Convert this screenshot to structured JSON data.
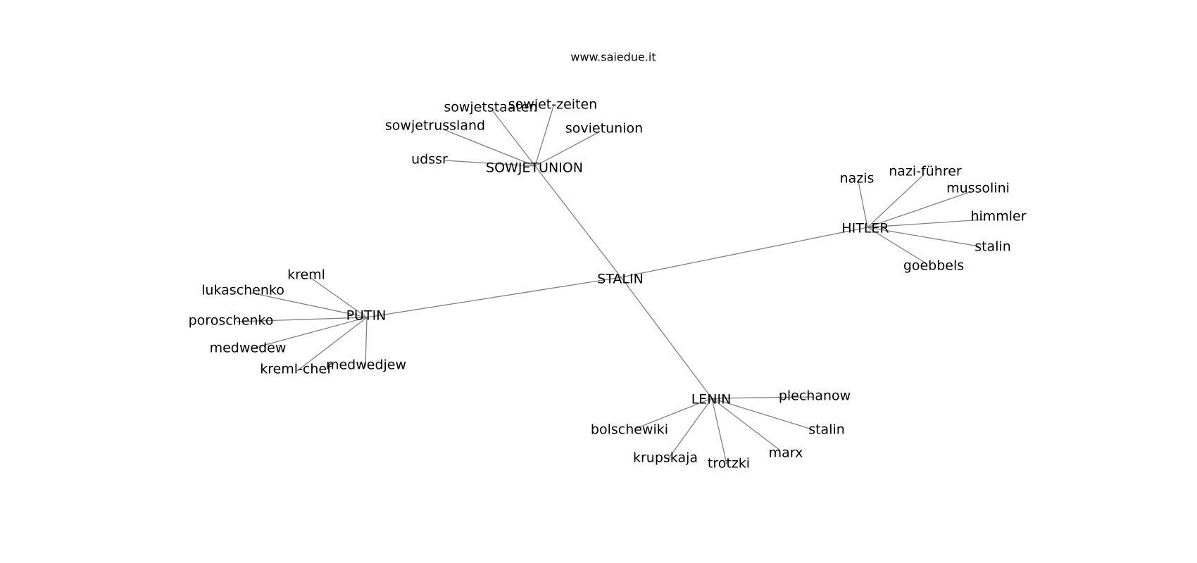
{
  "caption": "www.saiedue.it",
  "center": "STALIN",
  "hubs": [
    {
      "id": "sowjetunion",
      "label": "SOWJETUNION",
      "leaves": [
        "sowjetstaaten",
        "sowjet-zeiten",
        "sowjetrussland",
        "sovietunion",
        "udssr"
      ]
    },
    {
      "id": "hitler",
      "label": "HITLER",
      "leaves": [
        "nazis",
        "nazi-führer",
        "mussolini",
        "himmler",
        "stalin",
        "goebbels"
      ]
    },
    {
      "id": "putin",
      "label": "PUTIN",
      "leaves": [
        "kreml",
        "lukaschenko",
        "poroschenko",
        "medwedew",
        "kreml-chef",
        "medwedjew"
      ]
    },
    {
      "id": "lenin",
      "label": "LENIN",
      "leaves": [
        "plechanow",
        "bolschewiki",
        "stalin",
        "marx",
        "krupskaja",
        "trotzki"
      ]
    }
  ]
}
